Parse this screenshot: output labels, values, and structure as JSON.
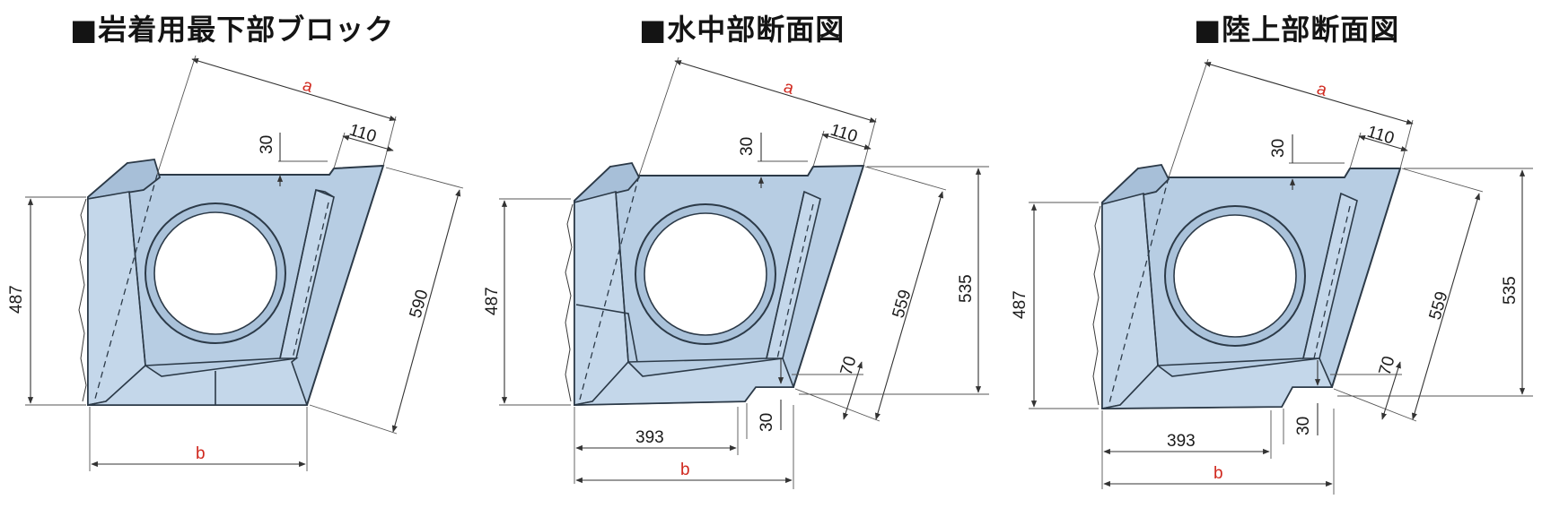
{
  "titles": {
    "block": "■岩着用最下部ブロック",
    "underwater": "■水中部断面図",
    "land": "■陸上部断面図"
  },
  "dimensions": {
    "a": "a",
    "b": "b",
    "d30": "30",
    "d110": "110",
    "d487": "487",
    "d590": "590",
    "d559": "559",
    "d535": "535",
    "d70": "70",
    "d393": "393"
  },
  "colors": {
    "fill": "#b7cde3",
    "outline": "#2c3a48",
    "label_red": "#d0281e"
  }
}
